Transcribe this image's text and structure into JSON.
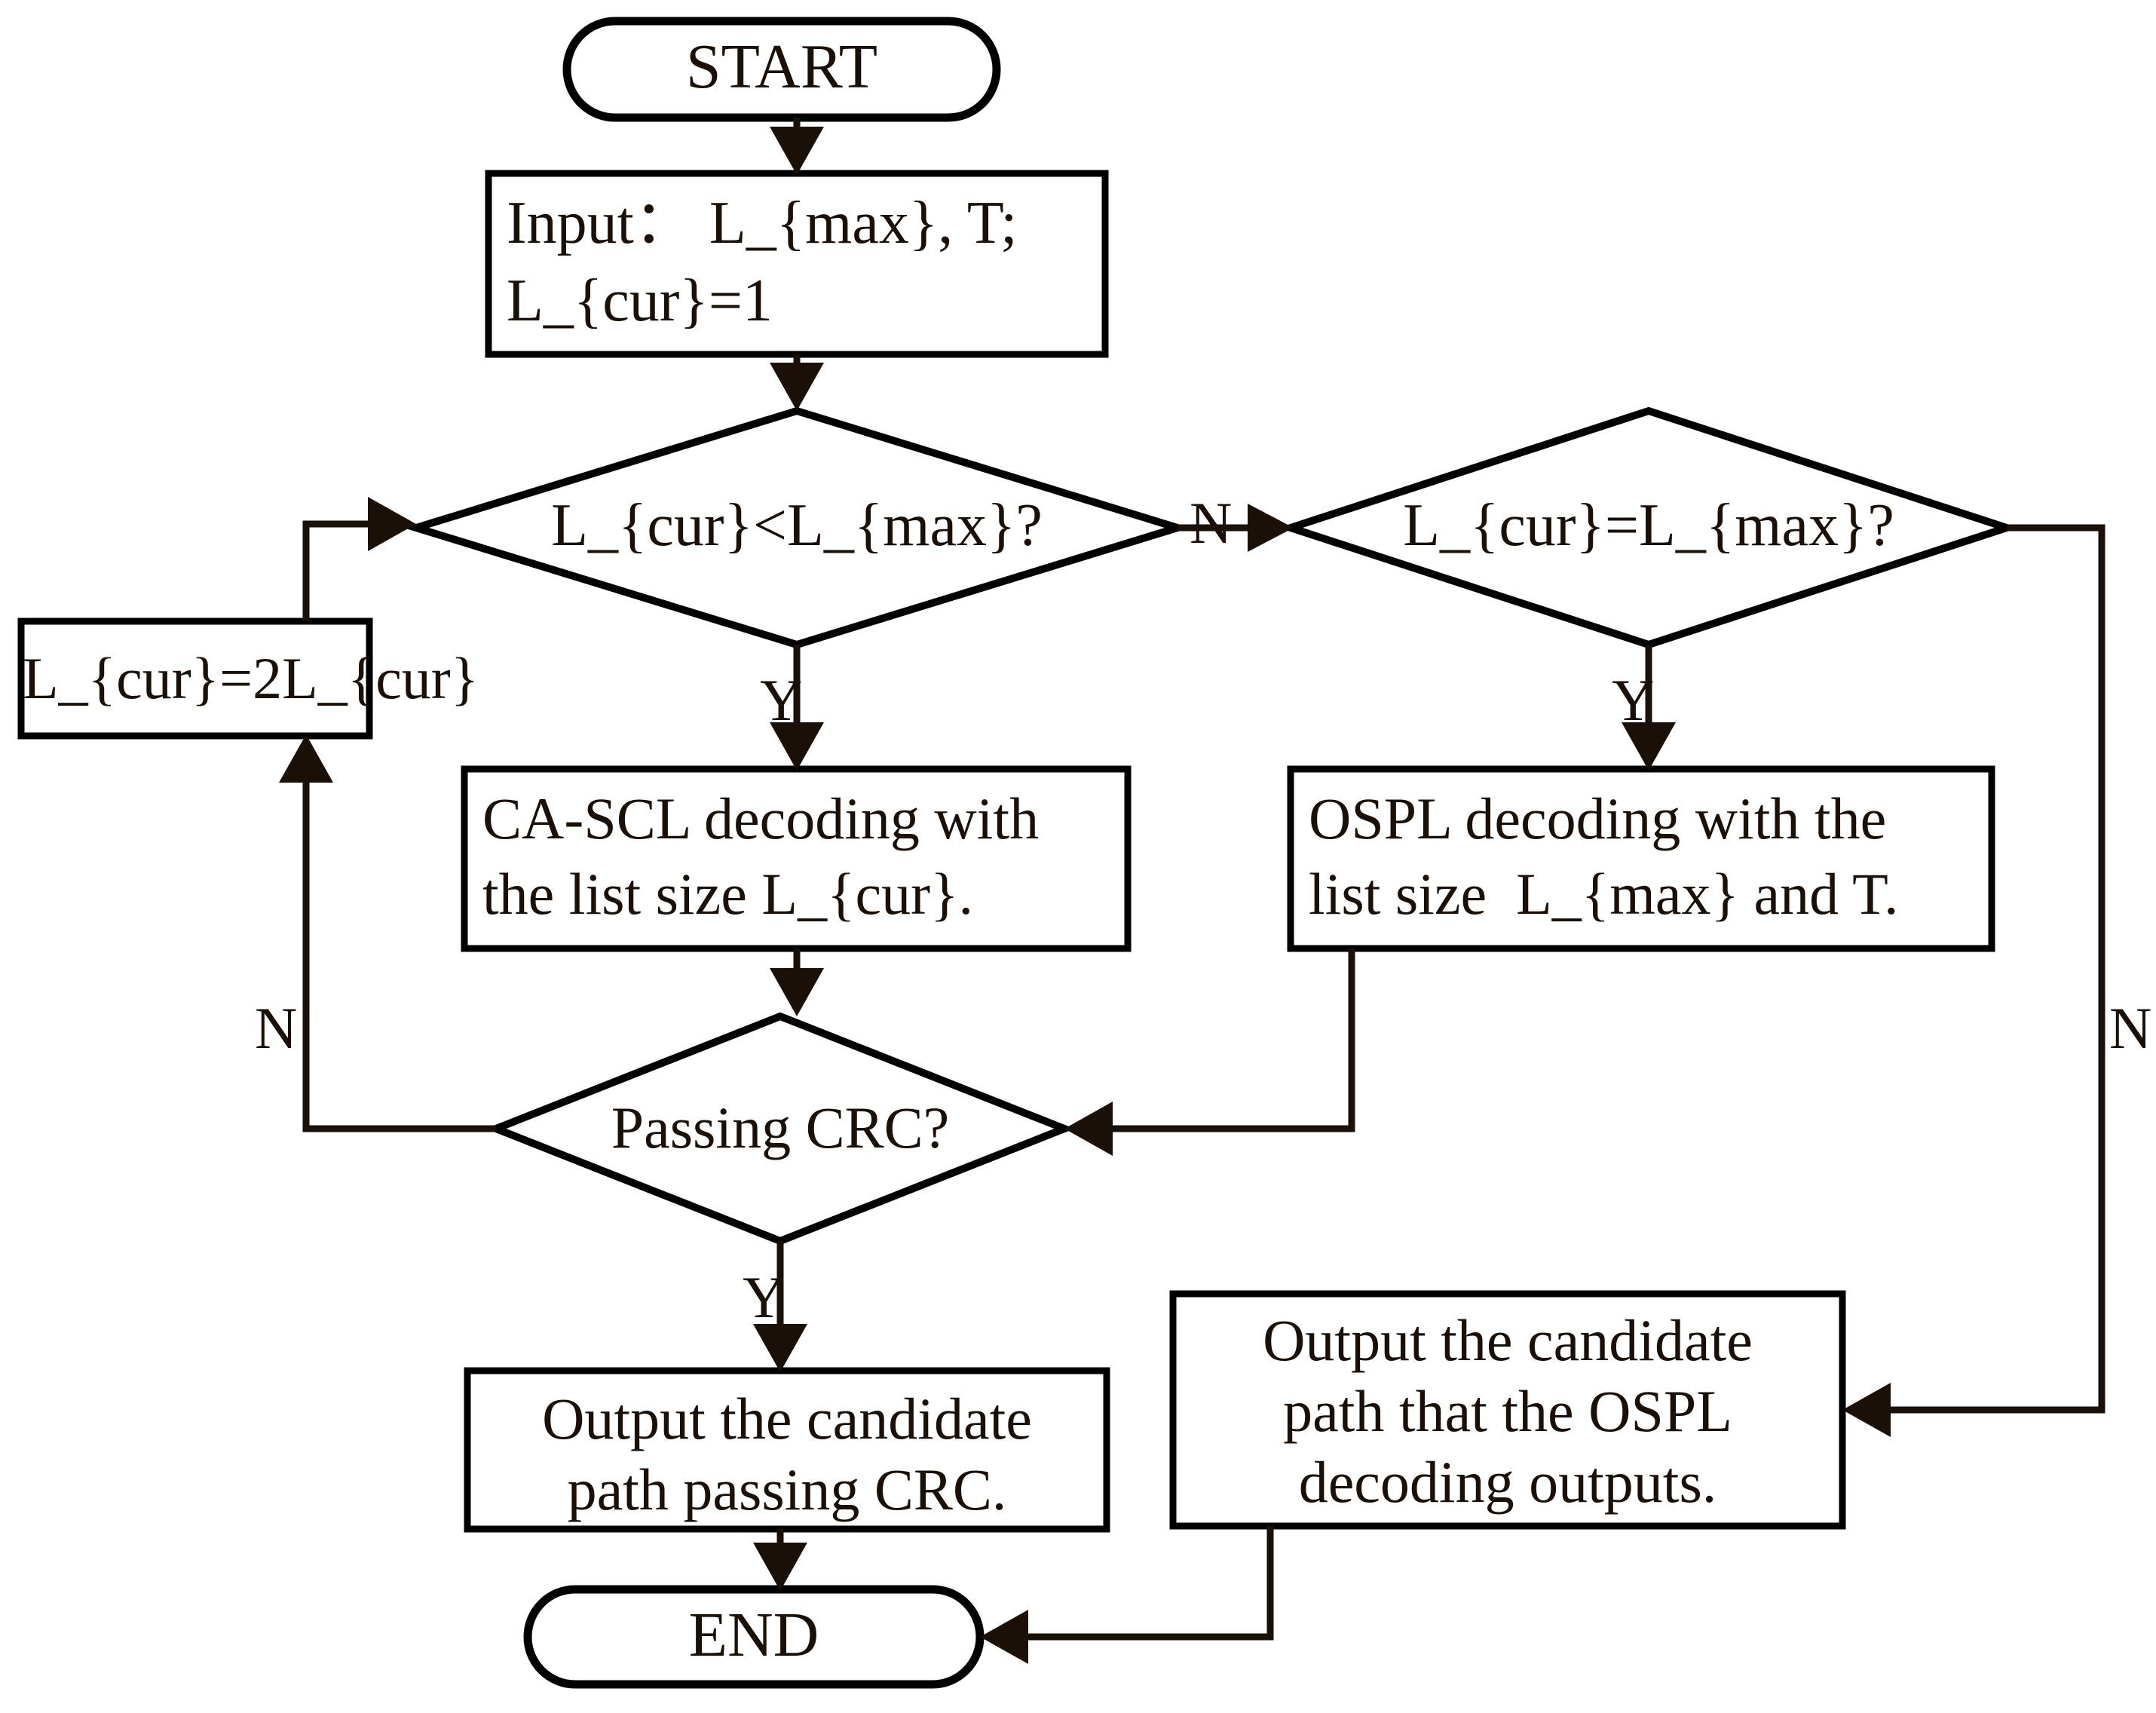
{
  "diagram": {
    "title": "Polar code adaptive decoding flowchart",
    "background_color": "#ffffff",
    "line_color": "#1a1008",
    "shape_fill": "#ffffff"
  },
  "nodes": {
    "start": {
      "type": "terminal",
      "label": "START"
    },
    "input": {
      "type": "process",
      "line1": "Input： L_{max}, T;",
      "line2": "L_{cur}=1"
    },
    "decision_lt": {
      "type": "decision",
      "label": "L_{cur}<L_{max}?"
    },
    "decision_eq": {
      "type": "decision",
      "label": "L_{cur}=L_{max}?"
    },
    "double_list": {
      "type": "process",
      "label": "L_{cur}=2L_{cur}"
    },
    "cascl": {
      "type": "process",
      "line1": "CA-SCL decoding with",
      "line2": "the list size L_{cur}."
    },
    "ospl": {
      "type": "process",
      "line1": "OSPL decoding with the",
      "line2": "list size  L_{max} and T."
    },
    "crc": {
      "type": "decision",
      "label": "Passing CRC?"
    },
    "output_crc": {
      "type": "process",
      "line1": "Output the candidate",
      "line2": "path passing CRC."
    },
    "output_ospl": {
      "type": "process",
      "line1": "Output the candidate",
      "line2": "path that the OSPL",
      "line3": "decoding outputs."
    },
    "end": {
      "type": "terminal",
      "label": "END"
    }
  },
  "edge_labels": {
    "lt_no": "N",
    "lt_yes": "Y",
    "eq_yes": "Y",
    "eq_no": "N",
    "crc_no": "N",
    "crc_yes": "Y"
  }
}
